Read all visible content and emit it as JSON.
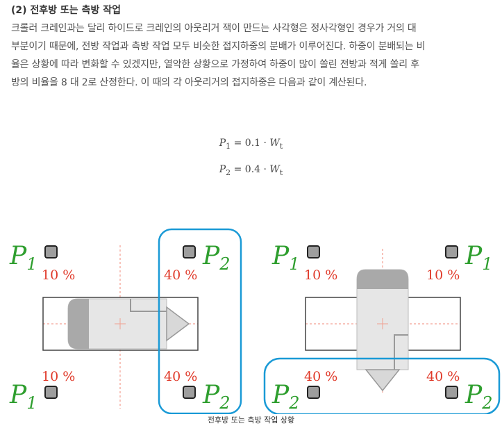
{
  "heading": "(2) 전후방 또는 측방 작업",
  "paragraph": [
    "크롤러 크레인과는 달리 하이드로 크레인의 아웃리거 잭이 만드는 사각형은 정사각형인 경우가 거의 대",
    "부분이기 때문에, 전방 작업과 측방 작업 모두 비슷한 접지하중의 분배가 이루어진다. 하중이 분배되는 비",
    "율은 상황에 따라 변화할 수 있겠지만, 열악한 상황으로 가정하여 하중이 많이 쏠린 전방과 적게 쏠리 후",
    "방의 비율을 8 대 2로 산정한다. 이 때의 각 아웃리거의 접지하중은 다음과 같이 계산된다."
  ],
  "formulas": [
    {
      "lhs": "P",
      "sub": "1",
      "eq": "= 0.1 · ",
      "var": "W",
      "var_sub": "t"
    },
    {
      "lhs": "P",
      "sub": "2",
      "eq": "= 0.4 · ",
      "var": "W",
      "var_sub": "t"
    }
  ],
  "diagram": {
    "left": {
      "labels": {
        "tl": "1",
        "tr": "2",
        "bl": "1",
        "br": "2"
      },
      "percents": {
        "tl": "10 %",
        "tr": "40 %",
        "bl": "10 %",
        "br": "40 %"
      }
    },
    "right": {
      "labels": {
        "tl": "1",
        "tr": "1",
        "bl": "2",
        "br": "2"
      },
      "percents": {
        "tl": "10 %",
        "tr": "10 %",
        "bl": "40 %",
        "br": "40 %"
      }
    },
    "p_letter": "P",
    "colors": {
      "label_green": "#2e9e2e",
      "percent_red": "#e03a2a",
      "highlight_blue": "#1a9ad6",
      "pad_fill": "#9e9e9e",
      "body_fill": "#e6e6e6",
      "cab_fill": "#a9a9a9"
    }
  },
  "caption": "전후방 또는 측방 작업 상황"
}
